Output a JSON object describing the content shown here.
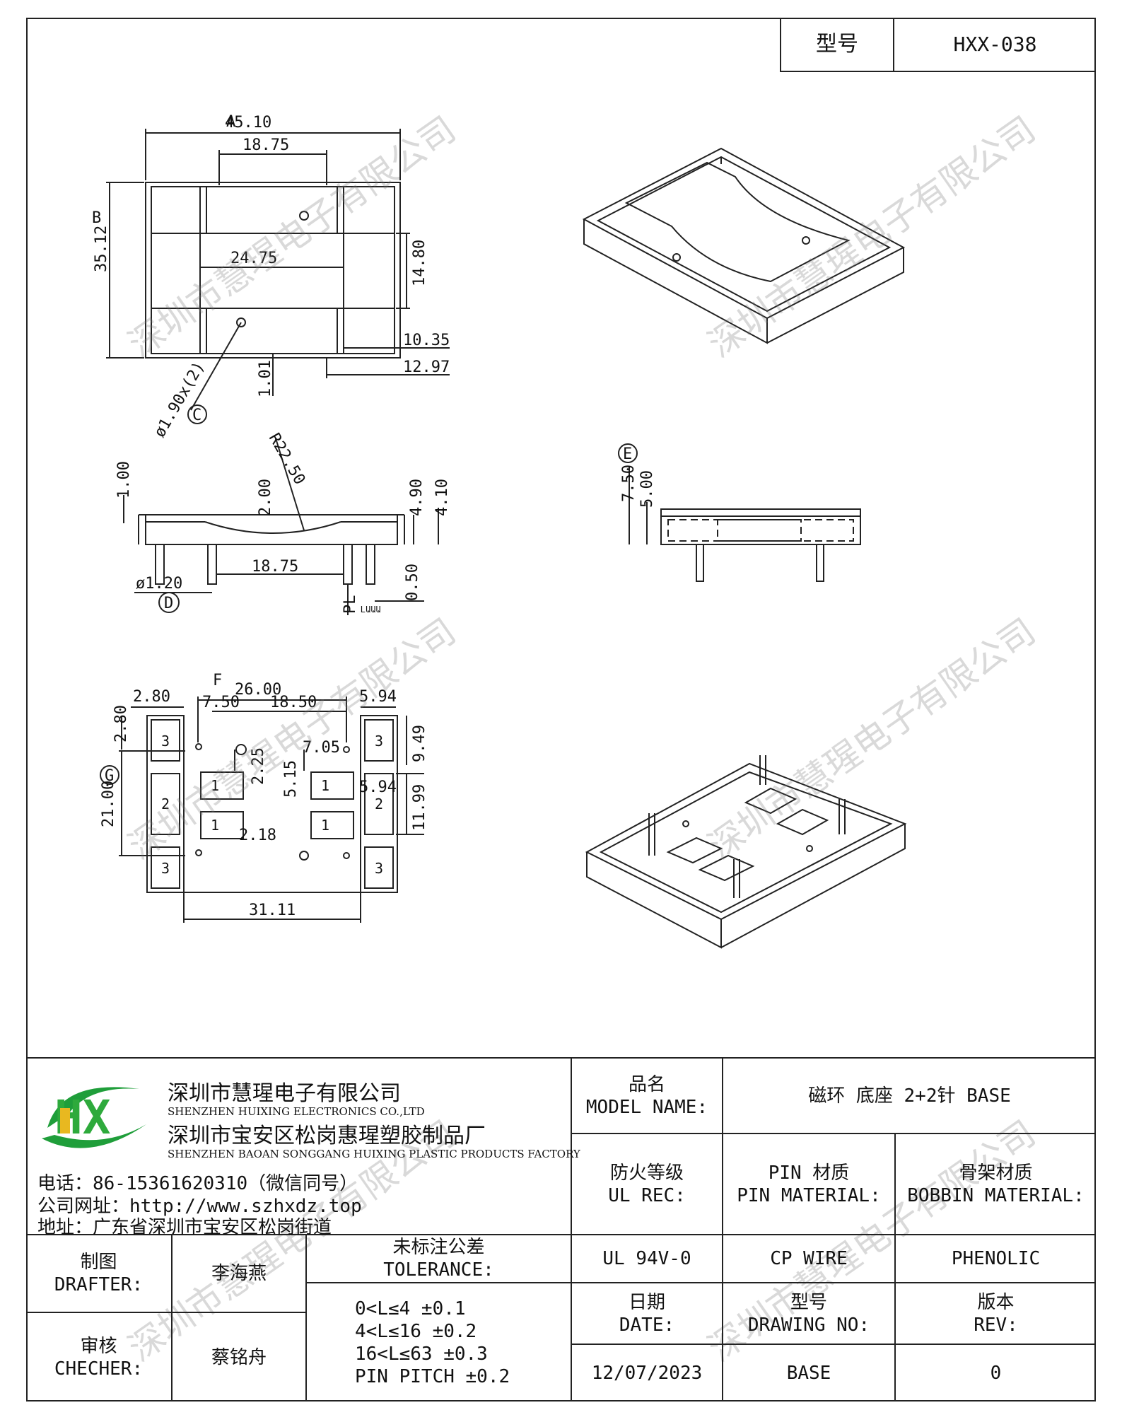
{
  "header": {
    "model_label": "型号",
    "model_value": "HXX-038"
  },
  "drawing": {
    "top_view": {
      "dims": [
        "45.10",
        "18.75",
        "35.12",
        "24.75",
        "14.80",
        "10.35",
        "12.97",
        "1.01",
        "ø1.90x(2)"
      ],
      "callouts": [
        "A",
        "B",
        "C"
      ]
    },
    "front_view": {
      "dims": [
        "R22.50",
        "1.00",
        "2.00",
        "4.90",
        "4.10",
        "18.75",
        "ø1.20",
        "0.50",
        "PL"
      ],
      "callouts": [
        "D"
      ],
      "pl_note": "ԼԱԱԱ"
    },
    "side_view": {
      "dims": [
        "7.50",
        "5.00"
      ],
      "callouts": [
        "E"
      ]
    },
    "bottom_view": {
      "dims": [
        "26.00",
        "2.80",
        "7.50",
        "18.50",
        "5.94",
        "2.80",
        "7.05",
        "9.49",
        "2.25",
        "5.15",
        "5.94",
        "21.00",
        "11.99",
        "2.18",
        "31.11"
      ],
      "callouts": [
        "F",
        "G"
      ],
      "pin_numbers": [
        "3",
        "2",
        "3",
        "3",
        "2",
        "3",
        "1",
        "1",
        "1",
        "1"
      ]
    }
  },
  "watermark": "深圳市慧瑆电子有限公司",
  "company": {
    "logo_letters": "HX",
    "name_cn": "深圳市慧瑆电子有限公司",
    "name_en": "SHENZHEN HUIXING ELECTRONICS CO.,LTD",
    "factory_cn": "深圳市宝安区松岗惠瑆塑胶制品厂",
    "factory_en": "SHENZHEN BAOAN SONGGANG HUIXING PLASTIC PRODUCTS FACTORY",
    "phone": "电话：86-15361620310（微信同号）",
    "website": "公司网址：http://www.szhxdz.top",
    "address": "地址：广东省深圳市宝安区松岗街道"
  },
  "title_block": {
    "model_name_label_cn": "品名",
    "model_name_label_en": "MODEL NAME:",
    "model_name_value": "磁环 底座 2+2针  BASE",
    "ul_label_cn": "防火等级",
    "ul_label_en": "UL REC:",
    "pin_label_cn": "PIN 材质",
    "pin_label_en": "PIN MATERIAL:",
    "bobbin_label_cn": "骨架材质",
    "bobbin_label_en": "BOBBIN MATERIAL:",
    "ul_value": "UL 94V-0",
    "pin_value": "CP WIRE",
    "bobbin_value": "PHENOLIC",
    "drafter_label_cn": "制图",
    "drafter_label_en": "DRAFTER:",
    "drafter_value": "李海燕",
    "checker_label_cn": "审核",
    "checker_label_en": "CHECHER:",
    "checker_value": "蔡铭舟",
    "tolerance_label_cn": "未标注公差",
    "tolerance_label_en": "TOLERANCE:",
    "tolerance_lines": [
      "0<L≤4  ±0.1",
      "4<L≤16  ±0.2",
      "16<L≤63  ±0.3",
      "PIN PITCH  ±0.2"
    ],
    "date_label_cn": "日期",
    "date_label_en": "DATE:",
    "date_value": "12/07/2023",
    "drawing_no_label_cn": "型号",
    "drawing_no_label_en": "DRAWING NO:",
    "drawing_no_value": "BASE",
    "rev_label_cn": "版本",
    "rev_label_en": "REV:",
    "rev_value": "0"
  }
}
